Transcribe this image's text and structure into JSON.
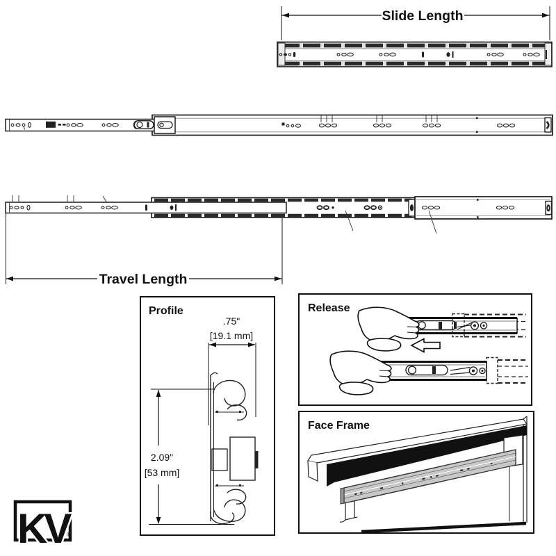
{
  "diagram": {
    "type": "technical-drawing",
    "product": "ball-bearing drawer slide",
    "dimension_labels": {
      "slide_length": "Slide Length",
      "travel_length": "Travel Length"
    },
    "panels": {
      "profile": {
        "title": "Profile",
        "width_inches": ".75\"",
        "width_metric": "[19.1 mm]",
        "height_inches": "2.09\"",
        "height_metric": "[53 mm]"
      },
      "release": {
        "title": "Release"
      },
      "face_frame": {
        "title": "Face Frame"
      }
    },
    "logo": {
      "text": "KV",
      "registered_mark": "®"
    },
    "colors": {
      "line": "#1a1a1a",
      "slide_gray": "#c8c8c8",
      "retainer_dark": "#2b2b2b",
      "background": "#ffffff"
    }
  }
}
